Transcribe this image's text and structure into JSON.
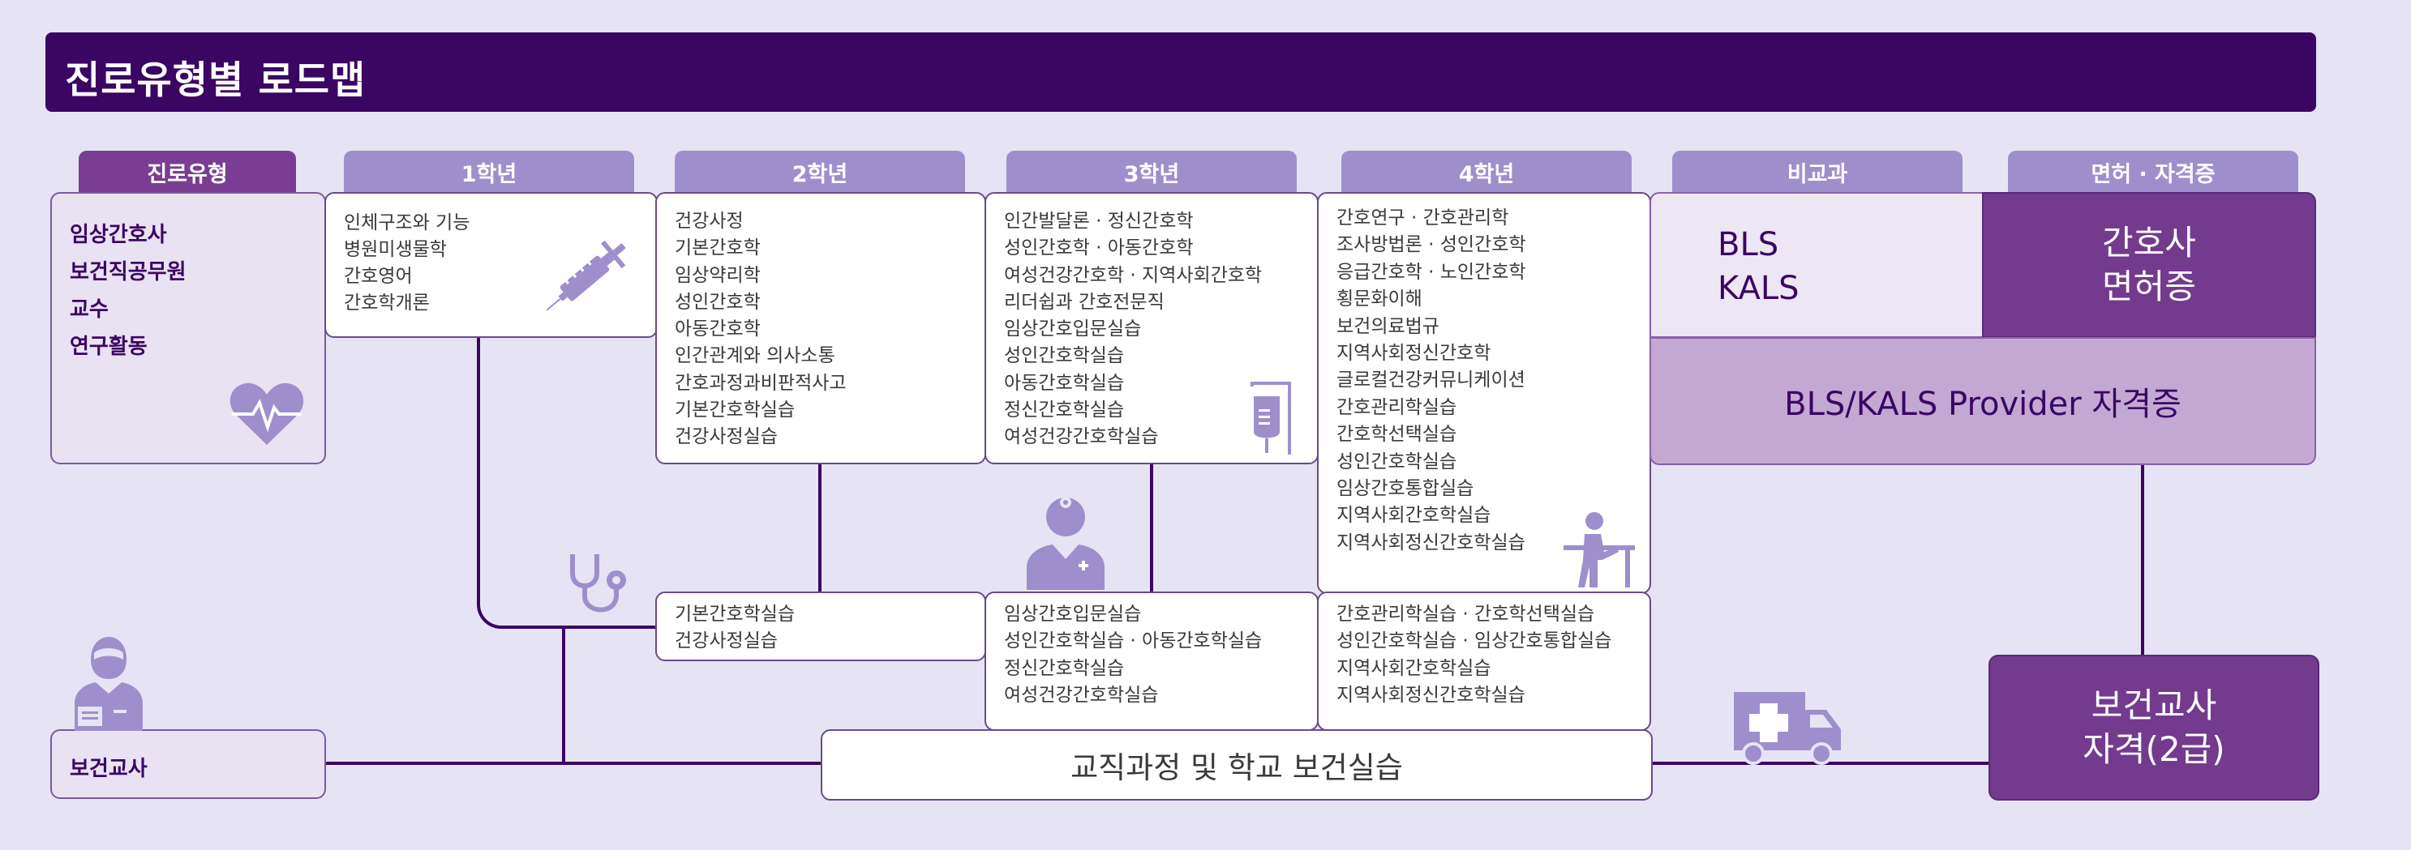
{
  "title": "진로유형별 로드맵",
  "tabs": {
    "career": "진로유형",
    "y1": "1학년",
    "y2": "2학년",
    "y3": "3학년",
    "y4": "4학년",
    "compare": "비교과",
    "license": "면허 · 자격증"
  },
  "career_types": "임상간호사\n보건직공무원\n교수\n연구활동",
  "school_nurse": "보건교사",
  "year1_courses": "인체구조와 기능\n병원미생물학\n간호영어\n간호학개론",
  "year2_courses": "건강사정\n기본간호학\n임상약리학\n성인간호학\n아동간호학\n인간관계와 의사소통\n간호과정과비판적사고\n기본간호학실습\n건강사정실습",
  "year3_courses": "인간발달론 · 정신간호학\n성인간호학 · 아동간호학\n여성건강간호학 · 지역사회간호학\n리더쉽과 간호전문직\n임상간호입문실습\n성인간호학실습\n아동간호학실습\n정신간호학실습\n여성건강간호학실습",
  "year4_courses": "간호연구 · 간호관리학\n조사방법론 · 성인간호학\n응급간호학 · 노인간호학\n횡문화이해\n보건의료법규\n지역사회정신간호학\n글로컬건강커뮤니케이션\n간호관리학실습\n간호학선택실습\n성인간호학실습\n임상간호통합실습\n지역사회간호학실습\n지역사회정신간호학실습",
  "teacher_y2": "기본간호학실습\n건강사정실습",
  "teacher_y3": "임상간호입문실습\n성인간호학실습 · 아동간호학실습\n정신간호학실습\n여성건강간호학실습",
  "teacher_y4": "간호관리학실습 · 간호학선택실습\n성인간호학실습 · 임상간호통합실습\n지역사회간호학실습\n지역사회정신간호학실습",
  "teaching_course": "교직과정 및 학교 보건실습",
  "extracurricular": "BLS\nKALS",
  "nurse_license": "간호사\n면허증",
  "bls_cert": "BLS/KALS Provider 자격증",
  "teacher_cert": "보건교사\n자격(2급)",
  "icons": {
    "syringe": "syringe-icon",
    "heart": "heart-pulse-icon",
    "stethoscope": "stethoscope-icon",
    "doctor": "doctor-icon",
    "iv": "iv-bag-icon",
    "lecturer": "lecturer-icon",
    "nurse": "nurse-icon",
    "ambulance": "ambulance-icon"
  },
  "colors": {
    "banner": "#3b0563",
    "tab_dark": "#7a3d93",
    "tab_light": "#9e8fcc",
    "icon": "#9e8fcc",
    "license": "#743a8e",
    "cert_bg": "#c3a8d4"
  }
}
